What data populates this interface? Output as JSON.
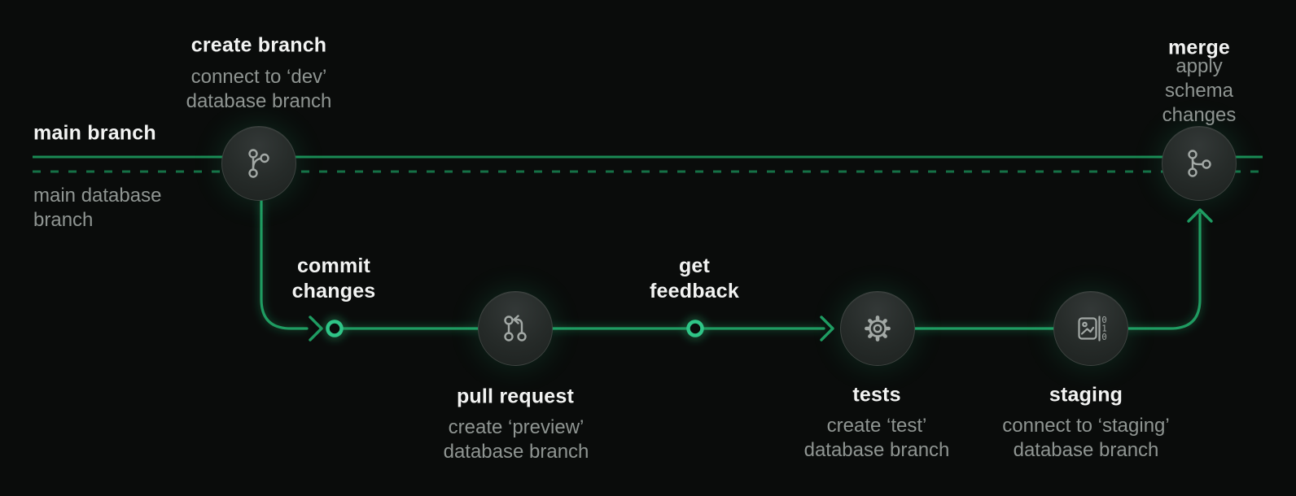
{
  "diagram": {
    "title_context": "database branching workflow",
    "colors": {
      "background": "#0a0c0b",
      "main_branch_line": "#1a8a54",
      "main_database_line": "#157146",
      "feature_branch_line": "#1f9c62",
      "milestone_dot_ring": "#2fc487",
      "glow_green": "#2fe28c",
      "heading_text": "#f2f3f2",
      "subtitle_text": "#8f9592",
      "icon_stroke": "#a3a9a6",
      "node_border": "#3e4441"
    }
  },
  "tracks": {
    "main_branch": {
      "label": "main branch"
    },
    "main_database_branch": {
      "label": "main database\nbranch"
    }
  },
  "milestones": {
    "commit": {
      "label": "commit\nchanges"
    },
    "feedback": {
      "label": "get\nfeedback"
    }
  },
  "nodes": {
    "create_branch": {
      "title": "create branch",
      "subtitle": "connect to ‘dev’\ndatabase branch",
      "icon": "git-branch-icon"
    },
    "pull_request": {
      "title": "pull request",
      "subtitle": "create ‘preview’\ndatabase branch",
      "icon": "pull-request-icon"
    },
    "tests": {
      "title": "tests",
      "subtitle": "create ‘test’\ndatabase branch",
      "icon": "gear-icon"
    },
    "staging": {
      "title": "staging",
      "subtitle": "connect to ‘staging’\ndatabase branch",
      "icon": "image-binary-icon",
      "icon_digits": [
        "0",
        "1",
        "0"
      ]
    },
    "merge": {
      "title": "merge",
      "subtitle": "apply schema\nchanges",
      "icon": "git-merge-icon"
    }
  }
}
